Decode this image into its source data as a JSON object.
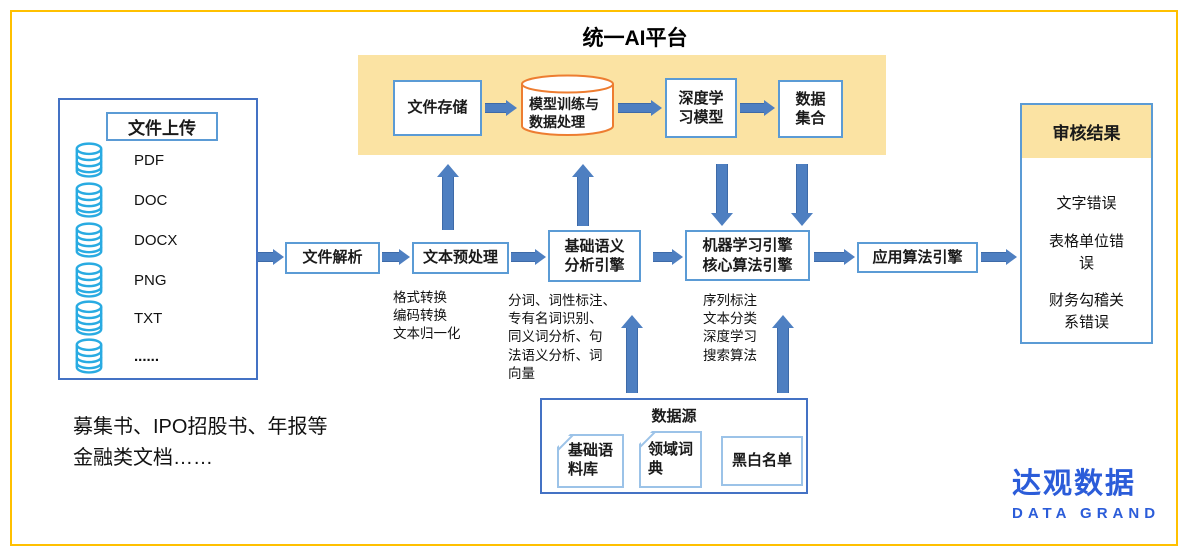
{
  "title": "统一AI平台",
  "platform": {
    "nodes": [
      {
        "label": "文件存储"
      },
      {
        "label": "模型训练与\n数据处理"
      },
      {
        "label": "深度学\n习模型"
      },
      {
        "label": "数据\n集合"
      }
    ]
  },
  "upload": {
    "title": "文件上传",
    "items": [
      {
        "label": "PDF"
      },
      {
        "label": "DOC"
      },
      {
        "label": "DOCX"
      },
      {
        "label": "PNG"
      },
      {
        "label": "TXT"
      },
      {
        "label": "......"
      }
    ]
  },
  "pipeline": {
    "nodes": [
      {
        "label": "文件解析"
      },
      {
        "label": "文本预处理",
        "note": "格式转换\n编码转换\n文本归一化"
      },
      {
        "label": "基础语义\n分析引擎",
        "note": "分词、词性标注、\n专有名词识别、\n同义词分析、句\n法语义分析、词\n向量"
      },
      {
        "label": "机器学习引擎\n核心算法引擎",
        "note": "序列标注\n文本分类\n深度学习\n搜索算法"
      },
      {
        "label": "应用算法引擎"
      }
    ]
  },
  "datasource": {
    "title": "数据源",
    "items": [
      {
        "label": "基础语\n料库"
      },
      {
        "label": "领域词\n典"
      },
      {
        "label": "黑白名单"
      }
    ]
  },
  "results": {
    "title": "审核结果",
    "items": [
      {
        "label": "文字错误"
      },
      {
        "label": "表格单位错\n误"
      },
      {
        "label": "财务勾稽关\n系错误"
      }
    ]
  },
  "caption": "募集书、IPO招股书、年报等\n金融类文档……",
  "logo": {
    "cn": "达观数据",
    "en": "DATA GRAND"
  },
  "colors": {
    "frame_gold": "#FFC000",
    "platform_bg": "#FBE3A3",
    "node_border": "#5B9BD5",
    "container_border": "#4472C4",
    "arrow_blue": "#4E7FC1",
    "cylinder_orange": "#ED7D31",
    "db_icon_blue": "#29ABE2",
    "logo_blue": "#2B5CD9"
  }
}
